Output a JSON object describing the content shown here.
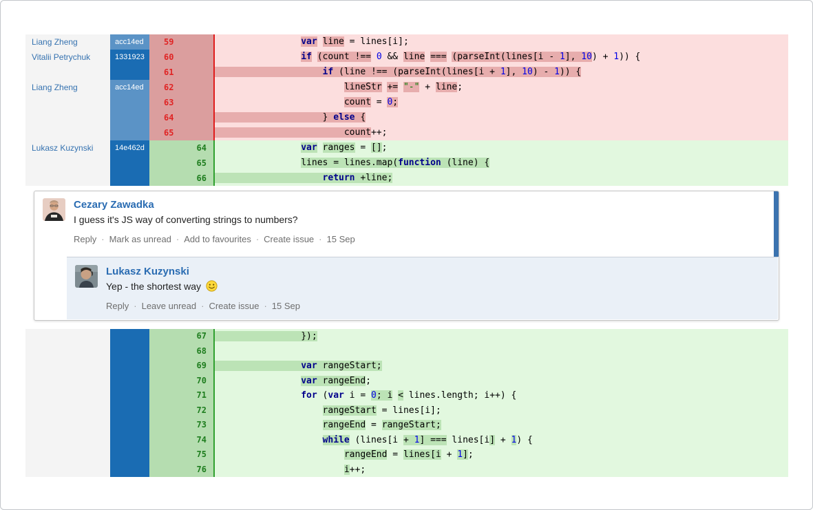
{
  "colors": {
    "deleted_line_bg": "#fcdede",
    "deleted_highlight": "#e7adad",
    "deleted_gutter_bg": "#db9e9e",
    "deleted_number": "#e02424",
    "deleted_border": "#df1b1b",
    "added_line_bg": "#e2f8df",
    "added_highlight": "#bce3b6",
    "added_gutter_bg": "#b5ddb0",
    "added_number": "#1e7d1e",
    "added_border": "#2ea02e",
    "commit_light": "#5b93c6",
    "commit_dark": "#1a6cb3",
    "author_link": "#3572b0",
    "unread_bar": "#3b73af",
    "reply_bg": "#eaf0f7",
    "keyword": "#00008b",
    "number_literal": "#0000e6",
    "string_literal": "#007a00"
  },
  "diff_top": {
    "rows": [
      {
        "author": "Liang Zheng",
        "commit": "acc14ed",
        "shade": "light",
        "num": "59",
        "kind": "del",
        "indent": 16,
        "band": false,
        "tokens": [
          [
            "var",
            "k",
            1
          ],
          [
            " ",
            "",
            0
          ],
          [
            "line",
            "",
            1
          ],
          [
            " = lines[i];",
            "",
            0
          ]
        ]
      },
      {
        "author": "Vitalii Petrychuk",
        "commit": "1331923",
        "shade": "dark",
        "num": "60",
        "kind": "del",
        "indent": 16,
        "band": false,
        "tokens": [
          [
            "if",
            "k",
            1
          ],
          [
            " ",
            "",
            0
          ],
          [
            "(count !==",
            "",
            1
          ],
          [
            " ",
            "",
            0
          ],
          [
            "0",
            "n",
            0
          ],
          [
            " && ",
            "",
            0
          ],
          [
            "line",
            "",
            1
          ],
          [
            " ",
            "",
            0
          ],
          [
            "===",
            "",
            1
          ],
          [
            " ",
            "",
            0
          ],
          [
            "(parseInt(lines[i ",
            "",
            1
          ],
          [
            "- ",
            "",
            1
          ],
          [
            "1",
            "n",
            1
          ],
          [
            "], ",
            "",
            1
          ],
          [
            "10",
            "n",
            1
          ],
          [
            ") + ",
            "",
            0
          ],
          [
            "1",
            "n",
            0
          ],
          [
            ")) {",
            "",
            0
          ]
        ]
      },
      {
        "author": "",
        "commit": "",
        "shade": "dark",
        "num": "61",
        "kind": "del",
        "indent": 20,
        "band": true,
        "tokens": [
          [
            "if",
            "k",
            1
          ],
          [
            " (line !== (parseInt(lines[i + ",
            "",
            1
          ],
          [
            "1",
            "n",
            1
          ],
          [
            "], ",
            "",
            1
          ],
          [
            "10",
            "n",
            1
          ],
          [
            ") - ",
            "",
            1
          ],
          [
            "1",
            "n",
            1
          ],
          [
            ")) {",
            "",
            1
          ]
        ]
      },
      {
        "author": "Liang Zheng",
        "commit": "acc14ed",
        "shade": "light",
        "num": "62",
        "kind": "del",
        "indent": 24,
        "band": false,
        "tokens": [
          [
            "lineStr",
            "",
            1
          ],
          [
            " ",
            "",
            0
          ],
          [
            "+=",
            "",
            1
          ],
          [
            " ",
            "",
            0
          ],
          [
            "\"-\"",
            "s",
            1
          ],
          [
            " + ",
            "",
            0
          ],
          [
            "line",
            "",
            1
          ],
          [
            ";",
            "",
            0
          ]
        ]
      },
      {
        "author": "",
        "commit": "",
        "shade": "light",
        "num": "63",
        "kind": "del",
        "indent": 24,
        "band": false,
        "tokens": [
          [
            "count",
            "",
            1
          ],
          [
            " = ",
            "",
            0
          ],
          [
            "0",
            "n",
            1
          ],
          [
            ";",
            "",
            1
          ]
        ]
      },
      {
        "author": "",
        "commit": "",
        "shade": "light",
        "num": "64",
        "kind": "del",
        "indent": 20,
        "band": true,
        "tokens": [
          [
            "} ",
            "",
            1
          ],
          [
            "else",
            "k",
            1
          ],
          [
            " {",
            "",
            1
          ]
        ]
      },
      {
        "author": "",
        "commit": "",
        "shade": "light",
        "num": "65",
        "kind": "del",
        "indent": 24,
        "band": true,
        "tokens": [
          [
            "count",
            "",
            1
          ],
          [
            "++;",
            "",
            0
          ]
        ]
      },
      {
        "author": "Lukasz Kuzynski",
        "commit": "14e462d",
        "shade": "dark",
        "num": "64",
        "kind": "add",
        "indent": 16,
        "band": false,
        "tokens": [
          [
            "var",
            "k",
            1
          ],
          [
            " ",
            "",
            0
          ],
          [
            "ranges",
            "",
            1
          ],
          [
            " = ",
            "",
            0
          ],
          [
            "[]",
            "",
            1
          ],
          [
            ";",
            "",
            0
          ]
        ]
      },
      {
        "author": "",
        "commit": "",
        "shade": "dark",
        "num": "65",
        "kind": "add",
        "indent": 16,
        "band": false,
        "tokens": [
          [
            "lines = lines.map(",
            "",
            1
          ],
          [
            "function",
            "k",
            1
          ],
          [
            " (line) {",
            "",
            1
          ]
        ]
      },
      {
        "author": "",
        "commit": "",
        "shade": "dark",
        "num": "66",
        "kind": "add",
        "indent": 20,
        "band": true,
        "tokens": [
          [
            "return",
            "k",
            1
          ],
          [
            " +line;",
            "",
            1
          ]
        ]
      }
    ]
  },
  "thread": {
    "comment": {
      "author": "Cezary Zawadka",
      "body": "I guess it's JS way of converting strings to numbers?",
      "actions": [
        "Reply",
        "Mark as unread",
        "Add to favourites",
        "Create issue"
      ],
      "date": "15 Sep"
    },
    "reply": {
      "author": "Lukasz Kuzynski",
      "body": "Yep - the shortest way",
      "emoji": "smiley-face",
      "actions": [
        "Reply",
        "Leave unread",
        "Create issue"
      ],
      "date": "15 Sep"
    }
  },
  "diff_bottom": {
    "rows": [
      {
        "author": "",
        "commit": "",
        "shade": "dark",
        "num": "67",
        "kind": "add",
        "indent": 16,
        "band": true,
        "tokens": [
          [
            "});",
            "",
            1
          ]
        ]
      },
      {
        "author": "",
        "commit": "",
        "shade": "dark",
        "num": "68",
        "kind": "add",
        "indent": 0,
        "band": false,
        "tokens": []
      },
      {
        "author": "",
        "commit": "",
        "shade": "dark",
        "num": "69",
        "kind": "add",
        "indent": 16,
        "band": true,
        "tokens": [
          [
            "var",
            "k",
            1
          ],
          [
            " rangeStart;",
            "",
            1
          ]
        ]
      },
      {
        "author": "",
        "commit": "",
        "shade": "dark",
        "num": "70",
        "kind": "add",
        "indent": 16,
        "band": false,
        "tokens": [
          [
            "var",
            "k",
            1
          ],
          [
            " ",
            "",
            1
          ],
          [
            "rangeEnd",
            "",
            1
          ],
          [
            ";",
            "",
            0
          ]
        ]
      },
      {
        "author": "",
        "commit": "",
        "shade": "dark",
        "num": "71",
        "kind": "add",
        "indent": 16,
        "band": false,
        "tokens": [
          [
            "for",
            "k",
            0
          ],
          [
            " (",
            "",
            0
          ],
          [
            "var",
            "k",
            0
          ],
          [
            " i = ",
            "",
            0
          ],
          [
            "0",
            "n",
            1
          ],
          [
            "; ",
            "",
            1
          ],
          [
            "i",
            "",
            1
          ],
          [
            " ",
            "",
            0
          ],
          [
            "<",
            "",
            1
          ],
          [
            " lines.length; i++) {",
            "",
            0
          ]
        ]
      },
      {
        "author": "",
        "commit": "",
        "shade": "dark",
        "num": "72",
        "kind": "add",
        "indent": 20,
        "band": false,
        "tokens": [
          [
            "rangeStart",
            "",
            1
          ],
          [
            " = lines[i];",
            "",
            0
          ]
        ]
      },
      {
        "author": "",
        "commit": "",
        "shade": "dark",
        "num": "73",
        "kind": "add",
        "indent": 20,
        "band": false,
        "tokens": [
          [
            "rangeEnd",
            "",
            1
          ],
          [
            " = ",
            "",
            0
          ],
          [
            "rangeStart;",
            "",
            1
          ]
        ]
      },
      {
        "author": "",
        "commit": "",
        "shade": "dark",
        "num": "74",
        "kind": "add",
        "indent": 20,
        "band": false,
        "tokens": [
          [
            "while",
            "k",
            1
          ],
          [
            " (lines[i ",
            "",
            0
          ],
          [
            "+ ",
            "",
            1
          ],
          [
            "1",
            "n",
            1
          ],
          [
            "] ===",
            "",
            1
          ],
          [
            " lines[i",
            "",
            0
          ],
          [
            "]",
            "",
            1
          ],
          [
            " + ",
            "",
            0
          ],
          [
            "1",
            "n",
            1
          ],
          [
            ") {",
            "",
            0
          ]
        ]
      },
      {
        "author": "",
        "commit": "",
        "shade": "dark",
        "num": "75",
        "kind": "add",
        "indent": 24,
        "band": false,
        "tokens": [
          [
            "rangeEnd",
            "",
            1
          ],
          [
            " = ",
            "",
            0
          ],
          [
            "lines[i",
            "",
            1
          ],
          [
            " + ",
            "",
            0
          ],
          [
            "1",
            "n",
            1
          ],
          [
            "]",
            "",
            1
          ],
          [
            ";",
            "",
            0
          ]
        ]
      },
      {
        "author": "",
        "commit": "",
        "shade": "dark",
        "num": "76",
        "kind": "add",
        "indent": 24,
        "band": false,
        "tokens": [
          [
            "i",
            "",
            1
          ],
          [
            "++;",
            "",
            0
          ]
        ]
      }
    ]
  }
}
